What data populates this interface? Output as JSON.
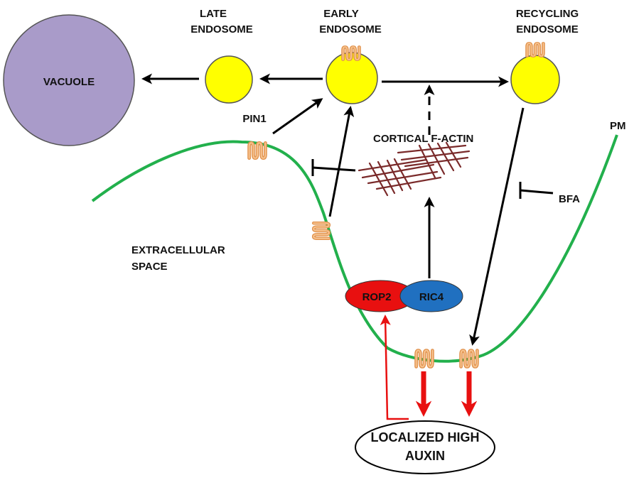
{
  "labels": {
    "vacuole": "VACUOLE",
    "late_endosome_1": "LATE",
    "late_endosome_2": "ENDOSOME",
    "early_endosome_1": "EARLY",
    "early_endosome_2": "ENDOSOME",
    "recycling_endosome_1": "RECYCLING",
    "recycling_endosome_2": "ENDOSOME",
    "pin1": "PIN1",
    "cortical_f_actin": "CORTICAL F-ACTIN",
    "pm": "PM",
    "bfa": "BFA",
    "extracellular_1": "EXTRACELLULAR",
    "extracellular_2": "SPACE",
    "rop2": "ROP2",
    "ric4": "RIC4",
    "auxin_1": "LOCALIZED HIGH",
    "auxin_2": "AUXIN"
  },
  "colors": {
    "vacuole_fill": "#a99bc9",
    "endosome_fill": "#ffff00",
    "membrane": "#22b04c",
    "pin_protein": "#f0a060",
    "actin": "#7a2020",
    "rop2": "#e81010",
    "ric4": "#2070c0",
    "auxin_arrow": "#e81010",
    "arrow": "#000000"
  }
}
